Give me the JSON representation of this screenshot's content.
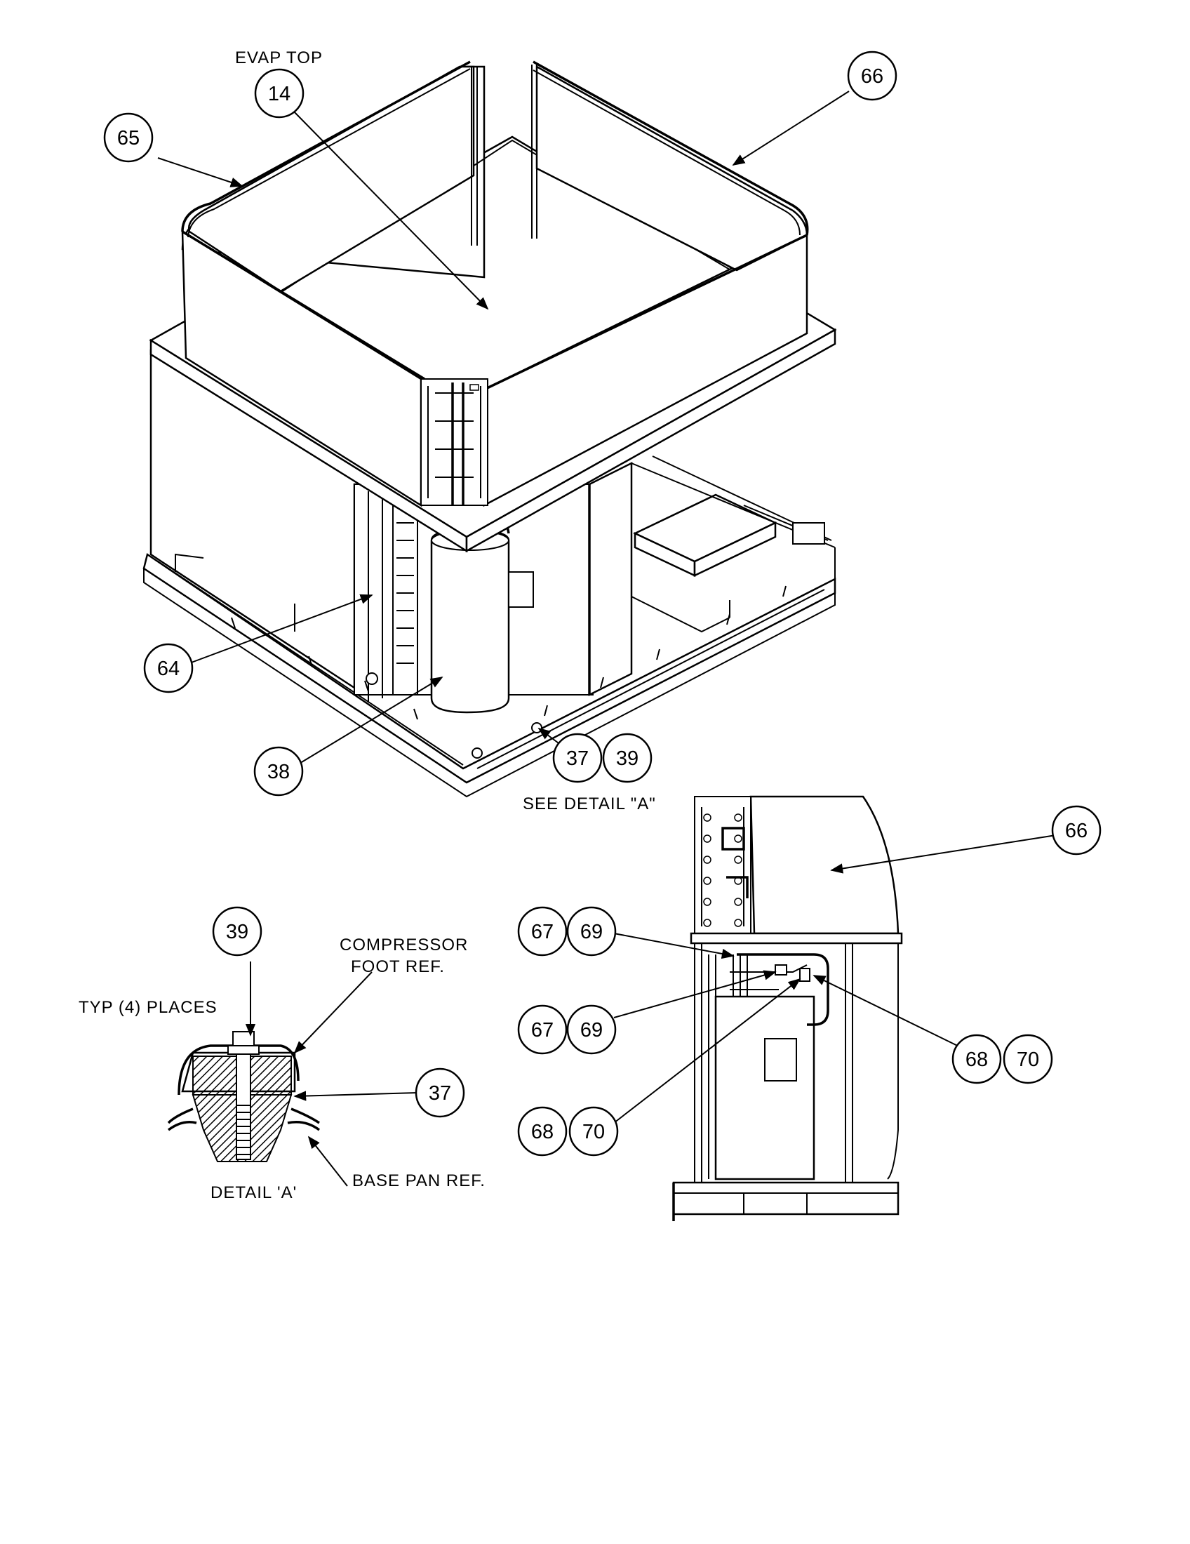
{
  "labels": {
    "evap_top": "EVAP TOP",
    "see_detail": "SEE DETAIL \"A\"",
    "compressor_foot": "COMPRESSOR",
    "compressor_foot_2": "FOOT REF.",
    "typ_places": "TYP (4) PLACES",
    "detail_a": "DETAIL 'A'",
    "base_pan": "BASE PAN REF."
  },
  "callouts": {
    "c14": "14",
    "c65": "65",
    "c66_top": "66",
    "c64": "64",
    "c38": "38",
    "c37_main": "37",
    "c39_main": "39",
    "c66_detail": "66",
    "c67_a": "67",
    "c69_a": "69",
    "c67_b": "67",
    "c69_b": "69",
    "c68_a": "68",
    "c70_a": "70",
    "c68_b": "68",
    "c70_b": "70",
    "c39_detail": "39",
    "c37_detail": "37"
  }
}
